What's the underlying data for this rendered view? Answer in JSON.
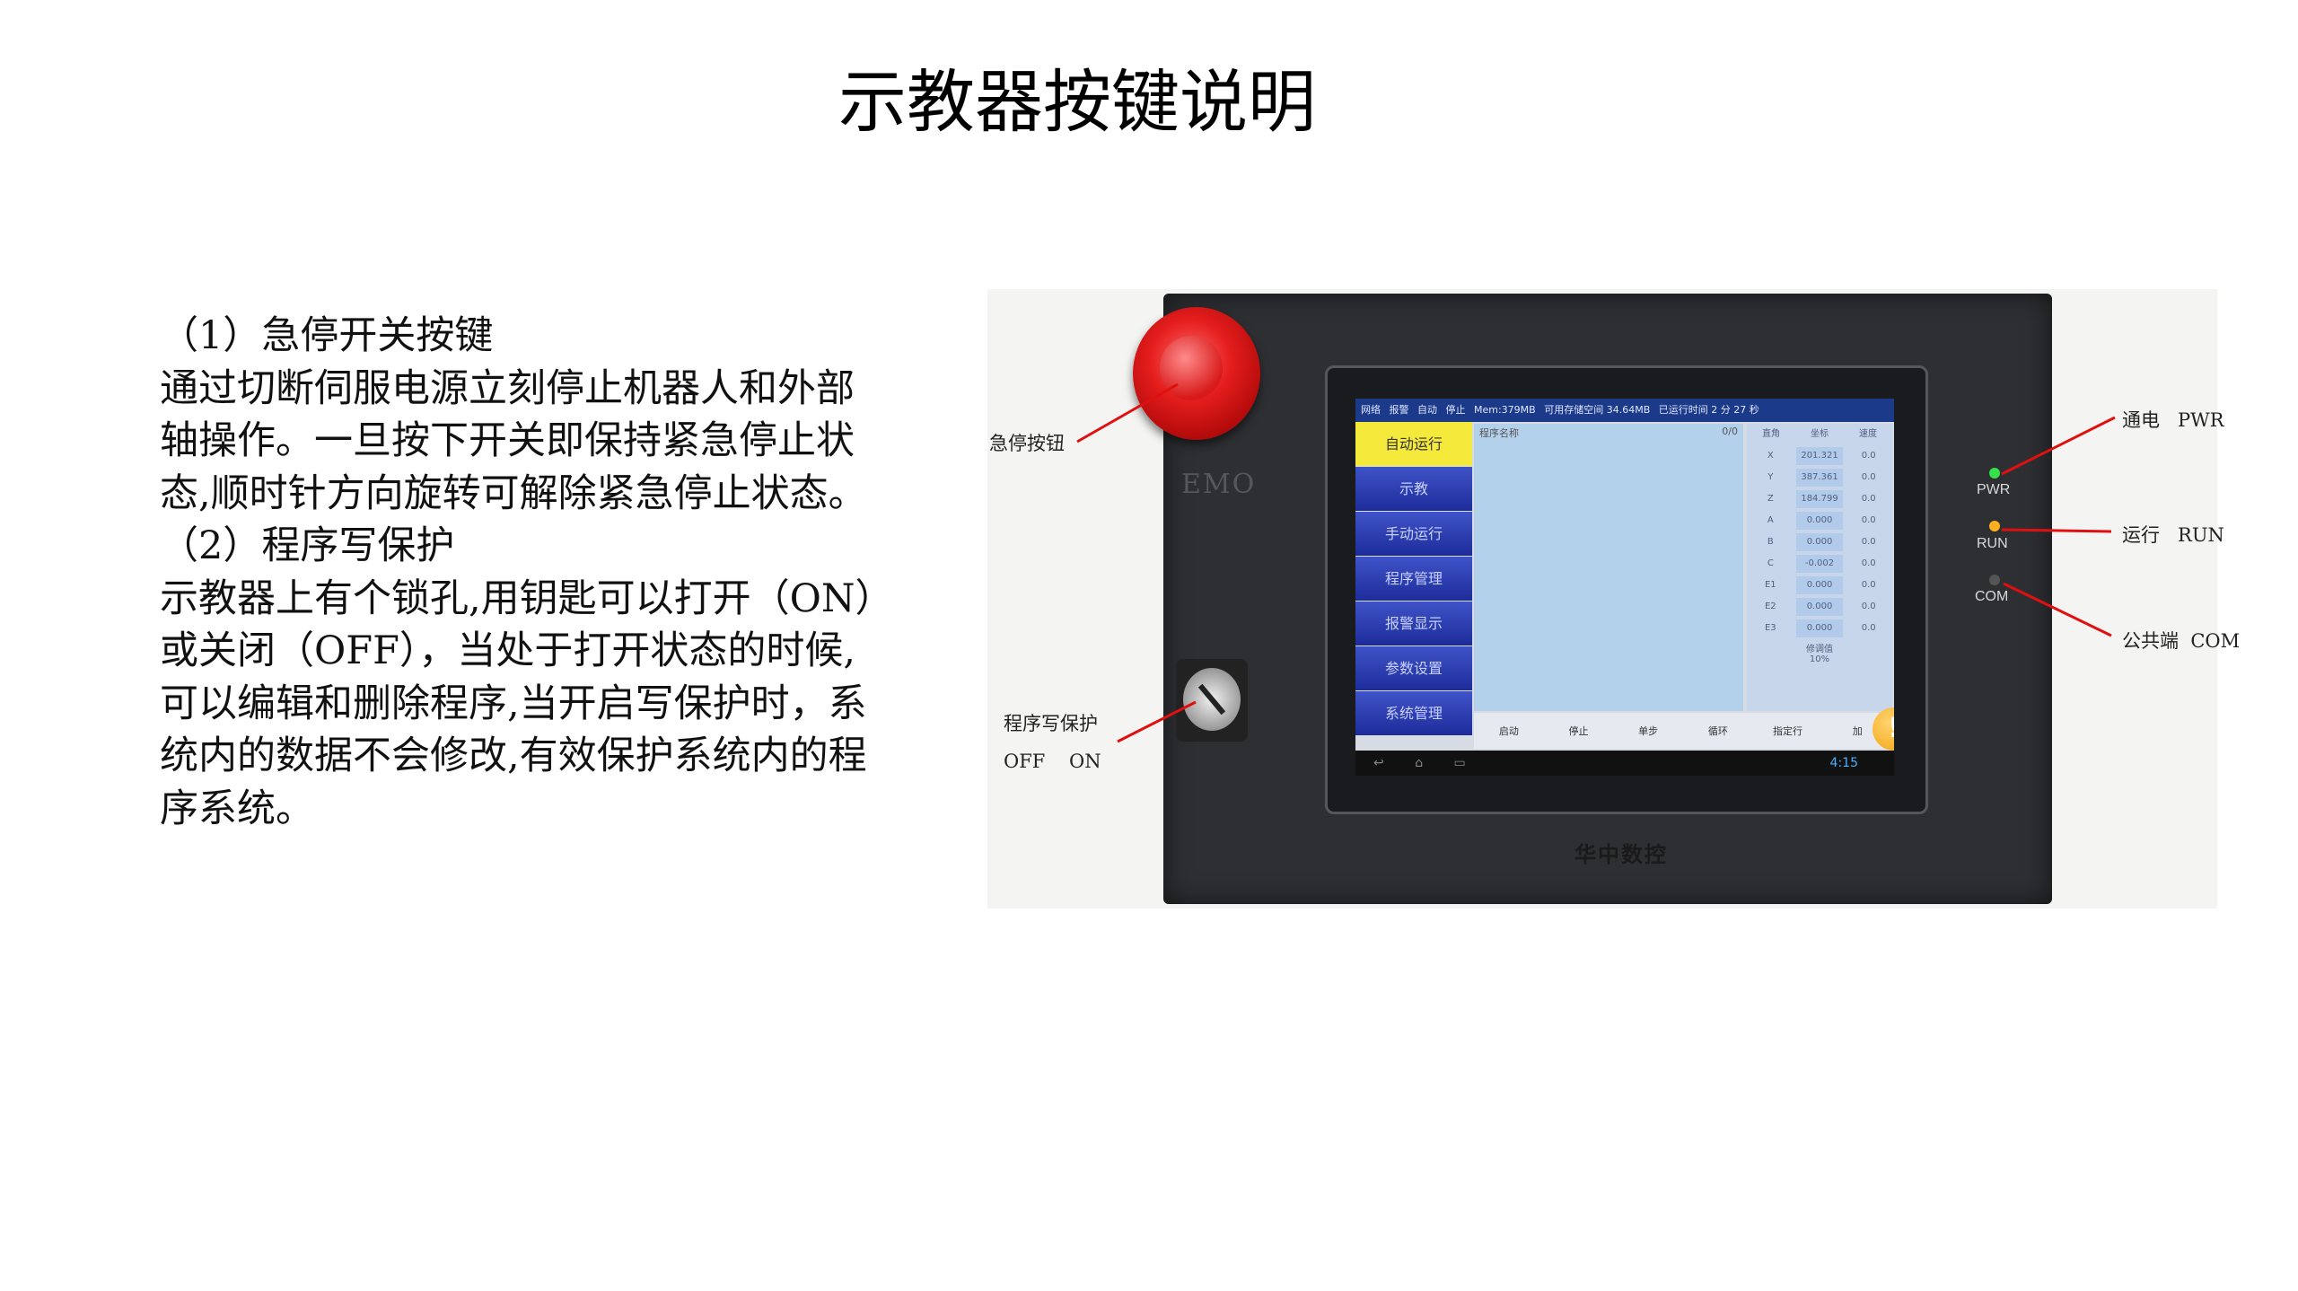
{
  "title": "示教器按键说明",
  "body_lines": [
    "（1）急停开关按键",
    "通过切断伺服电源立刻停止机器人和外部",
    "轴操作。一旦按下开关即保持紧急停止状",
    "态,顺时针方向旋转可解除紧急停止状态。",
    "（2）程序写保护",
    "示教器上有个锁孔,用钥匙可以打开（ON）",
    "或关闭（OFF），当处于打开状态的时候,",
    "可以编辑和删除程序,当开启写保护时，系",
    "统内的数据不会修改,有效保护系统内的程",
    "序系统。"
  ],
  "callouts": {
    "estop": "急停按钮",
    "write_protect": "程序写保护",
    "off_on": "OFF    ON",
    "pwr": "通电   PWR",
    "run": "运行   RUN",
    "com": "公共端  COM"
  },
  "panel": {
    "emo": "EMO",
    "pwr": "PWR",
    "run": "RUN",
    "com": "COM",
    "brand": "华中数控",
    "status_bar": [
      "网络",
      "报警",
      "自动",
      "停止",
      "Mem:379MB",
      "可用存储空间 34.64MB",
      "已运行时间 2 分 27 秒"
    ],
    "menu": [
      "自动运行",
      "示教",
      "手动运行",
      "程序管理",
      "报警显示",
      "参数设置",
      "系统管理"
    ],
    "prog_header": "程序名称",
    "prog_count": "0/0",
    "coord_headers": [
      "直角",
      "坐标",
      "速度"
    ],
    "coords": [
      [
        "X",
        "201.321",
        "0.0"
      ],
      [
        "Y",
        "387.361",
        "0.0"
      ],
      [
        "Z",
        "184.799",
        "0.0"
      ],
      [
        "A",
        "0.000",
        "0.0"
      ],
      [
        "B",
        "0.000",
        "0.0"
      ],
      [
        "C",
        "-0.002",
        "0.0"
      ],
      [
        "E1",
        "0.000",
        "0.0"
      ],
      [
        "E2",
        "0.000",
        "0.0"
      ],
      [
        "E3",
        "0.000",
        "0.0"
      ]
    ],
    "override_label": "修调值",
    "override_value": "10%",
    "bottom_buttons": [
      "启动",
      "停止",
      "单步",
      "循环",
      "指定行",
      "加"
    ],
    "clock": "4:15",
    "led_colors": {
      "pwr": "#35e04a",
      "run": "#ffb020",
      "com": "#555555"
    }
  }
}
